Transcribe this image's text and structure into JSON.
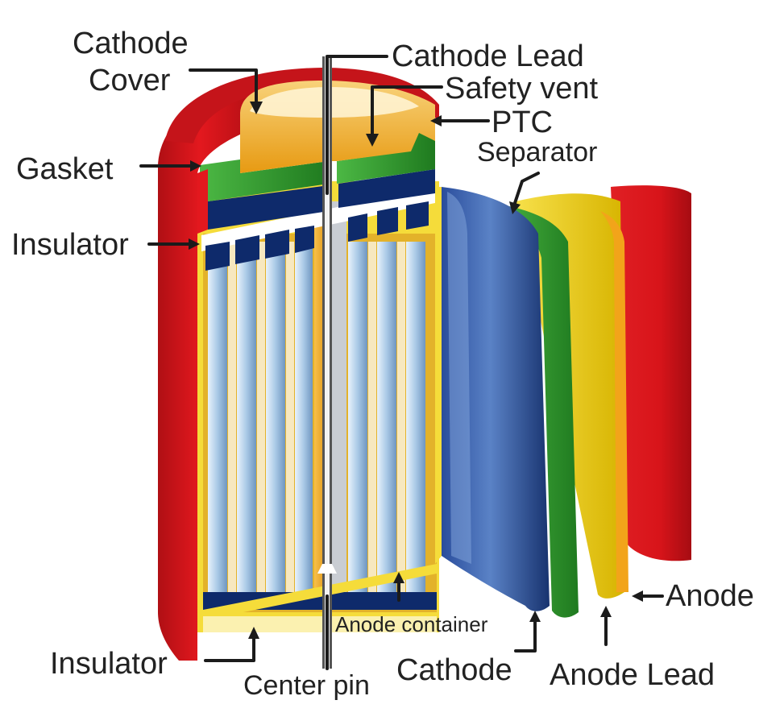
{
  "labels": {
    "cathode_cover_line1": "Cathode",
    "cathode_cover_line2": "Cover",
    "cathode_lead": "Cathode Lead",
    "safety_vent": "Safety vent",
    "ptc": "PTC",
    "separator": "Separator",
    "gasket": "Gasket",
    "insulator_top": "Insulator",
    "insulator_bottom": "Insulator",
    "center_pin": "Center pin",
    "anode_container": "Anode container",
    "cathode": "Cathode",
    "anode_lead": "Anode Lead",
    "anode": "Anode"
  },
  "colors": {
    "outer_can": "#d8141a",
    "outer_can_dark": "#9e0b10",
    "anode_layer": "#f2d200",
    "orange_layer": "#f1a516",
    "separator_green": "#2f9a2c",
    "cathode_blue": "#1f3f8a",
    "cathode_blue_light": "#5f86c9",
    "electrode_pale": "#a9c9e6",
    "navy": "#0e2a6b",
    "text": "#222222"
  }
}
